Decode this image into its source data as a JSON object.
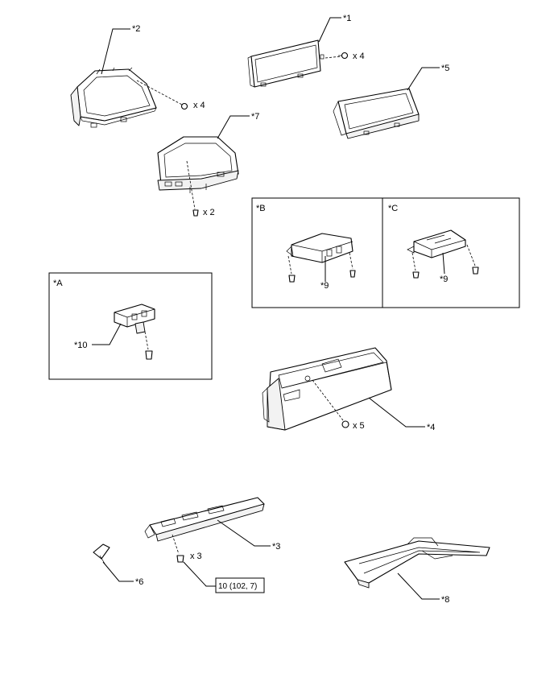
{
  "parts": {
    "p1": {
      "label": "*1",
      "qty": "x 4"
    },
    "p2": {
      "label": "*2",
      "qty": "x 4"
    },
    "p3": {
      "label": "*3",
      "qty": "x 3"
    },
    "p4": {
      "label": "*4",
      "qty": "x 5"
    },
    "p5": {
      "label": "*5"
    },
    "p6": {
      "label": "*6"
    },
    "p7": {
      "label": "*7",
      "qty": "x 2"
    },
    "p8": {
      "label": "*8"
    },
    "p9b": {
      "label": "*9"
    },
    "p9c": {
      "label": "*9"
    },
    "p10": {
      "label": "*10"
    }
  },
  "boxes": {
    "a": {
      "label": "*A"
    },
    "b": {
      "label": "*B"
    },
    "c": {
      "label": "*C"
    }
  },
  "torque": {
    "value": "10 (102, 7)"
  }
}
